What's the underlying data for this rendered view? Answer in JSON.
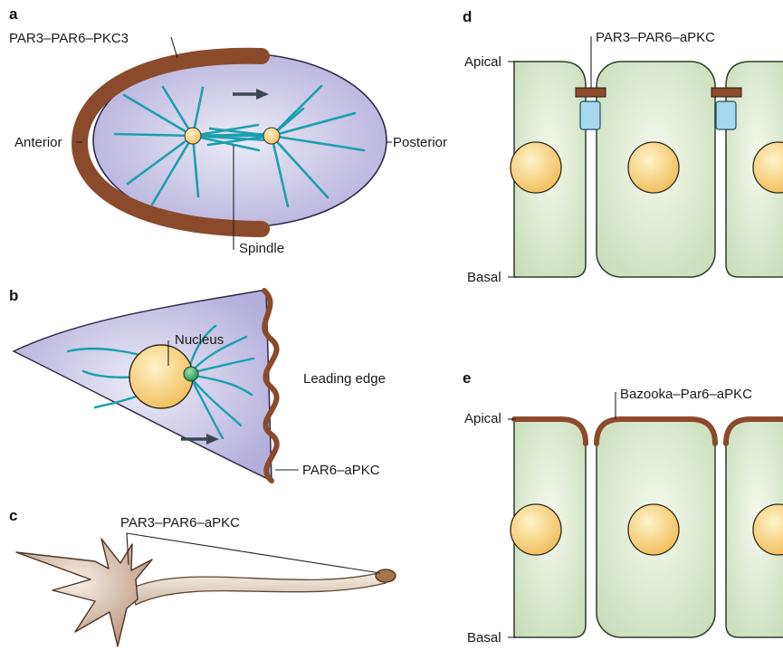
{
  "panels": {
    "a": {
      "letter": "a",
      "complex_label": "PAR3–PAR6–PKC3",
      "anterior_label": "Anterior",
      "posterior_label": "Posterior",
      "spindle_label": "Spindle"
    },
    "b": {
      "letter": "b",
      "nucleus_label": "Nucleus",
      "leading_edge_label": "Leading edge",
      "complex_label": "PAR6–aPKC"
    },
    "c": {
      "letter": "c",
      "complex_label": "PAR3–PAR6–aPKC"
    },
    "d": {
      "letter": "d",
      "complex_label": "PAR3–PAR6–aPKC",
      "apical_label": "Apical",
      "basal_label": "Basal"
    },
    "e": {
      "letter": "e",
      "complex_label": "Bazooka–Par6–aPKC",
      "apical_label": "Apical",
      "basal_label": "Basal"
    }
  },
  "colors": {
    "cytoplasm_lavender": "#c9c6e6",
    "cortex_brown": "#8b4a2b",
    "microtubule_teal": "#1aa0ad",
    "nucleus_yellow": "#f6cf7a",
    "epithelium_green": "#dcebd0",
    "junction_blue": "#a8d8ef",
    "neuron_tan": "#c9a58a"
  }
}
